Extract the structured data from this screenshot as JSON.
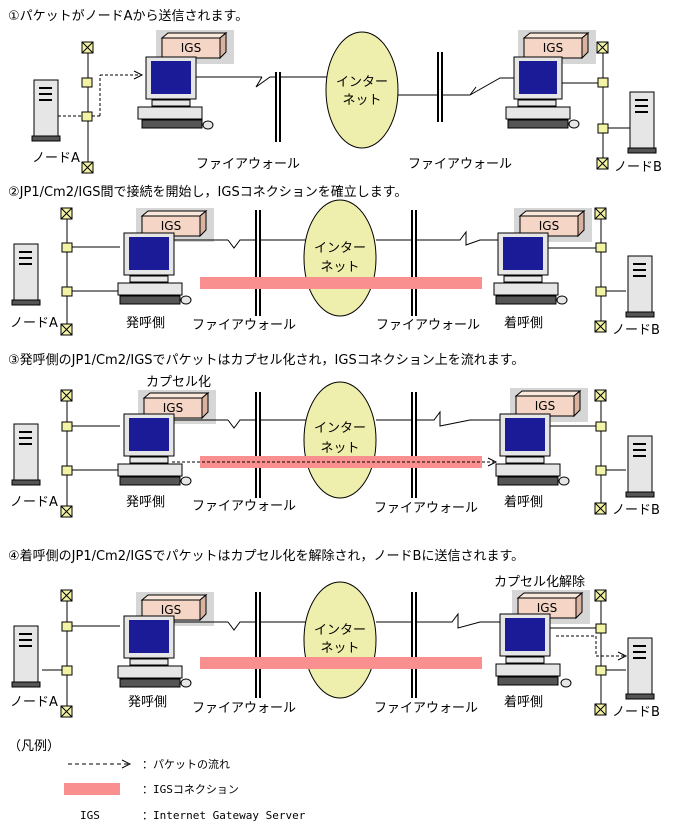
{
  "steps": [
    {
      "caption": "①パケットがノードAから送信されます。",
      "igs_label": "IGS",
      "node_a": "ノードA",
      "node_b": "ノードB",
      "internet": [
        "インター",
        "ネット"
      ],
      "firewall_left": "ファイアウォール",
      "firewall_right": "ファイアウォール"
    },
    {
      "caption": "②JP1/Cm2/IGS間で接続を開始し，IGSコネクションを確立します。",
      "igs_label": "IGS",
      "node_a": "ノードA",
      "node_b": "ノードB",
      "internet": [
        "インター",
        "ネット"
      ],
      "firewall_left": "ファイアウォール",
      "firewall_right": "ファイアウォール",
      "caller": "発呼側",
      "callee": "着呼側"
    },
    {
      "caption": "③発呼側のJP1/Cm2/IGSでパケットはカプセル化され，IGSコネクション上を流れます。",
      "igs_label": "IGS",
      "node_a": "ノードA",
      "node_b": "ノードB",
      "internet": [
        "インター",
        "ネット"
      ],
      "firewall_left": "ファイアウォール",
      "firewall_right": "ファイアウォール",
      "caller": "発呼側",
      "callee": "着呼側",
      "annotation": "カプセル化"
    },
    {
      "caption": "④着呼側のJP1/Cm2/IGSでパケットはカプセル化を解除され，ノードBに送信されます。",
      "igs_label": "IGS",
      "node_a": "ノードA",
      "node_b": "ノードB",
      "internet": [
        "インター",
        "ネット"
      ],
      "firewall_left": "ファイアウォール",
      "firewall_right": "ファイアウォール",
      "caller": "発呼側",
      "callee": "着呼側",
      "annotation": "カプセル化解除"
    }
  ],
  "legend": {
    "title": "（凡例）",
    "packet_flow": "：パケットの流れ",
    "igs_connection": "：IGSコネクション",
    "igs_abbr": "IGS",
    "igs_full": "：Internet Gateway Server"
  },
  "colors": {
    "connection": "#f98f8f",
    "internet": "#efefad",
    "igs_front": "#f5d6c6",
    "igs_top": "#fbe8dc",
    "igs_side": "#d9b2a0",
    "highlight": "#d6d6d6",
    "hub": "#f3f3a6",
    "screen": "#1b1b97"
  }
}
